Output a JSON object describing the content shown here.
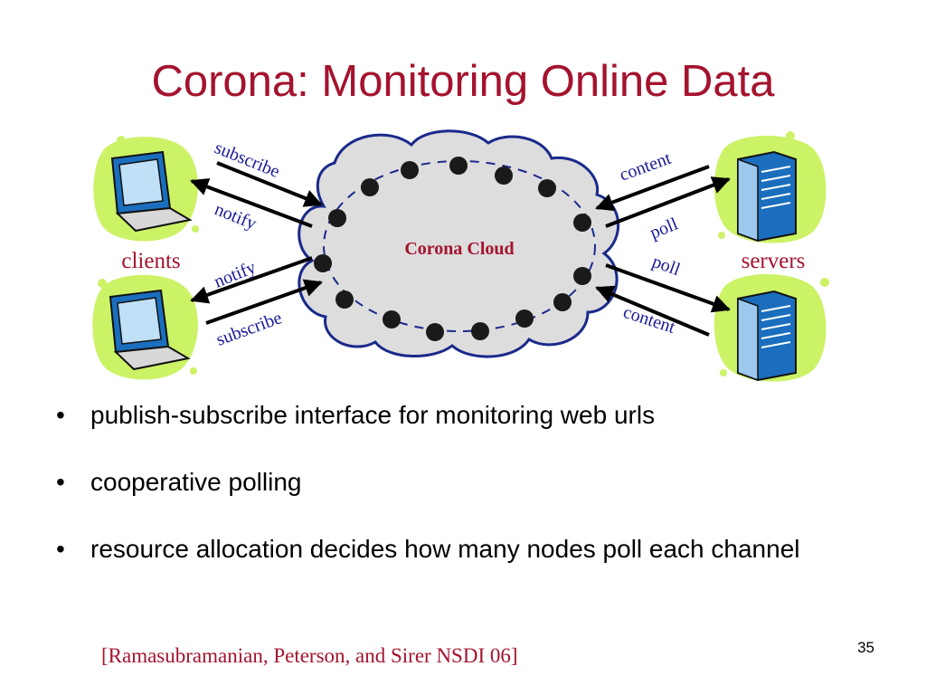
{
  "slide": {
    "title": "Corona: Monitoring Online Data",
    "page_number": "35",
    "citation": "[Ramasubramanian, Peterson, and Sirer NSDI 06]"
  },
  "diagram": {
    "cloud_label": "Corona Cloud",
    "clients_label": "clients",
    "servers_label": "servers",
    "arrows": {
      "top_left_in": "subscribe",
      "top_left_out": "notify",
      "bottom_left_out": "notify",
      "bottom_left_in": "subscribe",
      "top_right_in": "content",
      "top_right_out": "poll",
      "bottom_right_out": "poll",
      "bottom_right_in": "content"
    },
    "colors": {
      "blob": "#ccf266",
      "cloud_fill": "#ddddde",
      "cloud_stroke": "#1a2a8a",
      "label_blue": "#1a1a9a",
      "label_red": "#a4132e"
    }
  },
  "bullets": [
    "publish-subscribe interface for monitoring web urls",
    "cooperative polling",
    "resource allocation decides how many nodes poll each channel"
  ],
  "bullet_glyph": "•"
}
